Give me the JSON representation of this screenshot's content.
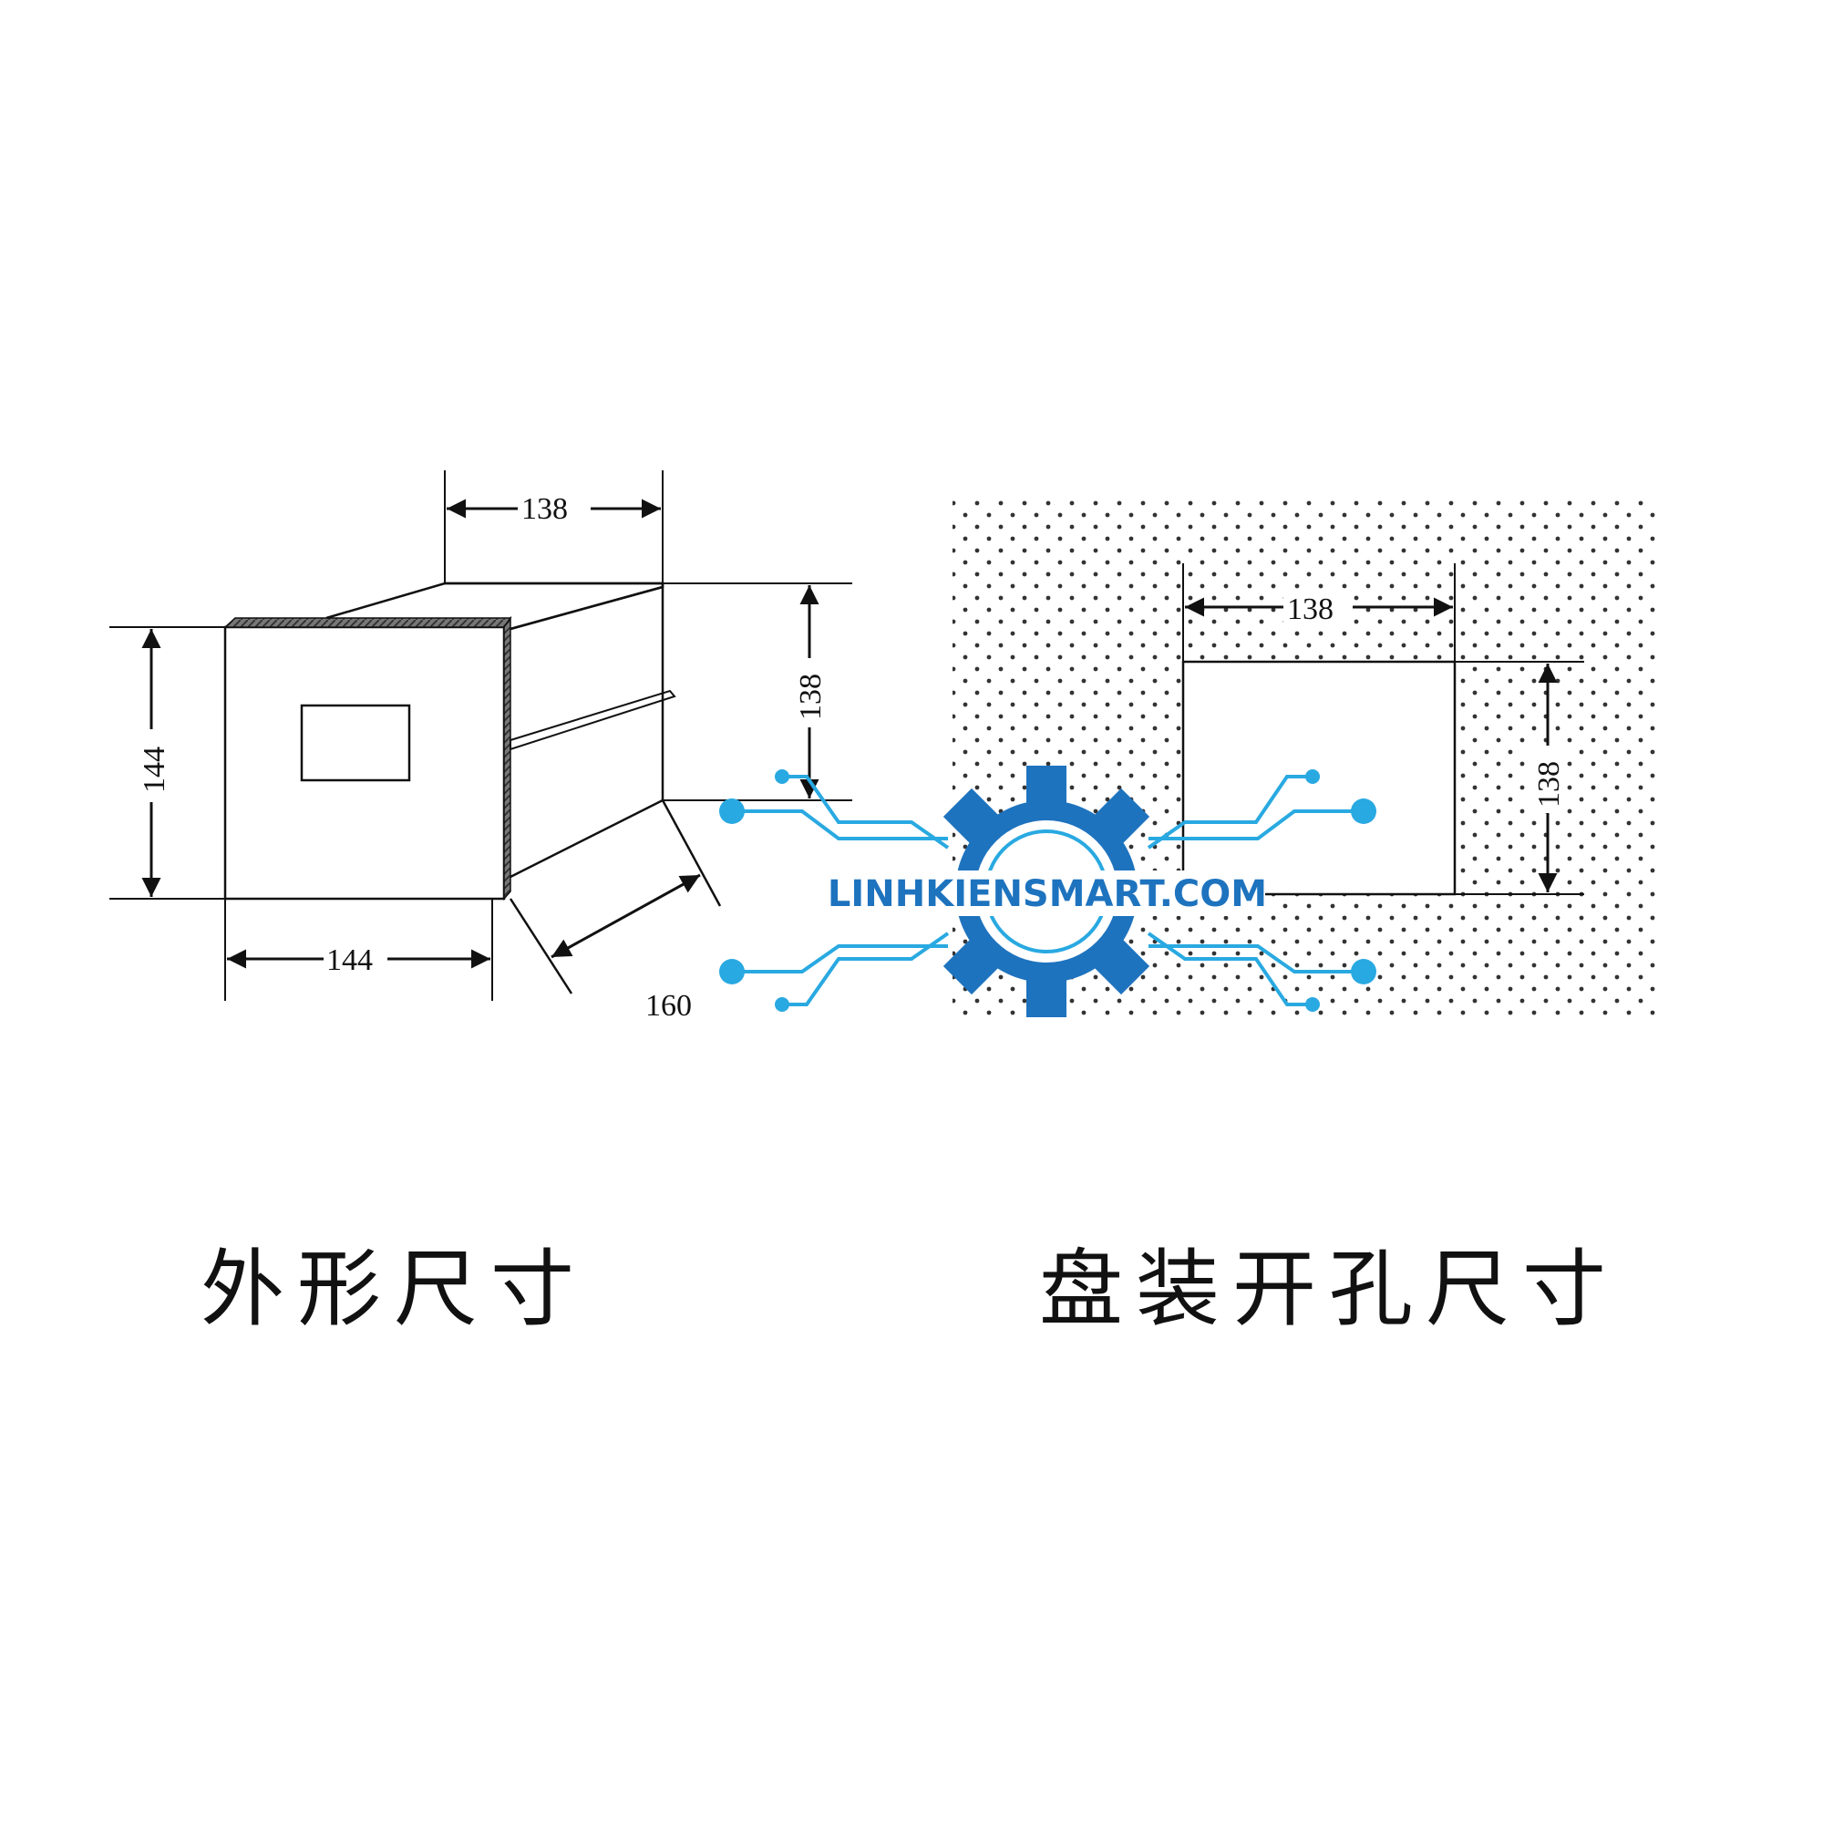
{
  "diagrams": {
    "outline": {
      "caption": "外形尺寸",
      "dims": {
        "depth_top": "138",
        "width_front": "144",
        "height_front": "144",
        "height_body": "138",
        "length": "160"
      }
    },
    "panel_cutout": {
      "caption": "盘装开孔尺寸",
      "dims": {
        "width": "138",
        "height": "138"
      }
    }
  },
  "watermark": {
    "text": "LINHKIENSMART.COM",
    "colors": {
      "gear": "#1e73be",
      "circuit": "#29a9e1"
    }
  },
  "colors": {
    "line": "#111111",
    "background": "#ffffff",
    "hatch": "#555555"
  }
}
